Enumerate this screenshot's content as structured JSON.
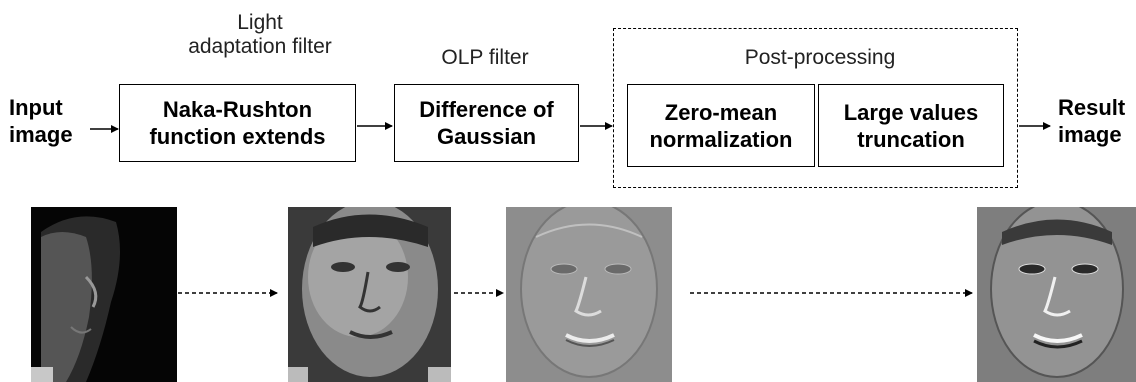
{
  "labels": {
    "light_adaptation": "Light\nadaptation filter",
    "olp": "OLP filter",
    "post_processing": "Post-processing"
  },
  "input": "Input\nimage",
  "result": "Result\nimage",
  "boxes": {
    "naka_rushton": "Naka-Rushton\nfunction extends",
    "dog": "Difference of\nGaussian",
    "zero_mean": "Zero-mean\nnormalization",
    "truncation": "Large values\ntruncation"
  },
  "images": [
    {
      "name": "input-face-image",
      "style": "dark"
    },
    {
      "name": "light-adapted-face-image",
      "style": "normal"
    },
    {
      "name": "dog-filtered-face-image",
      "style": "relief"
    },
    {
      "name": "result-face-image",
      "style": "enhanced"
    }
  ]
}
